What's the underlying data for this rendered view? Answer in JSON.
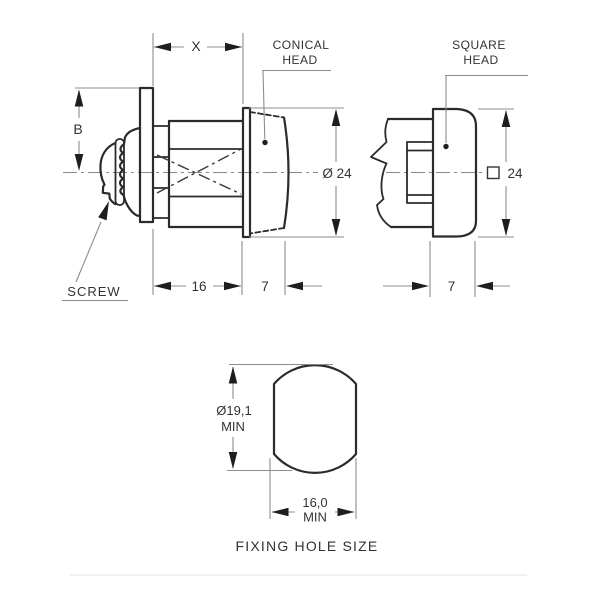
{
  "drawing": {
    "title": "FIXING HOLE SIZE",
    "side_conical": {
      "dim_x": "X",
      "dim_b": "B",
      "head_label1": "CONICAL",
      "head_label2": "HEAD",
      "screw": "SCREW",
      "diameter": "Ø 24",
      "dim_16": "16",
      "dim_7": "7"
    },
    "side_square": {
      "head_label1": "SQUARE",
      "head_label2": "HEAD",
      "dim_24": "24",
      "dim_7": "7"
    },
    "fixing_hole": {
      "dia1": "Ø19,1",
      "dia2": "MIN",
      "w1": "16,0",
      "w2": "MIN",
      "caption": "FIXING HOLE SIZE"
    },
    "colors": {
      "outline": "#2b2b2b",
      "dimension_lines": "#8c8c8c",
      "text": "#333333",
      "background": "#ffffff"
    }
  }
}
